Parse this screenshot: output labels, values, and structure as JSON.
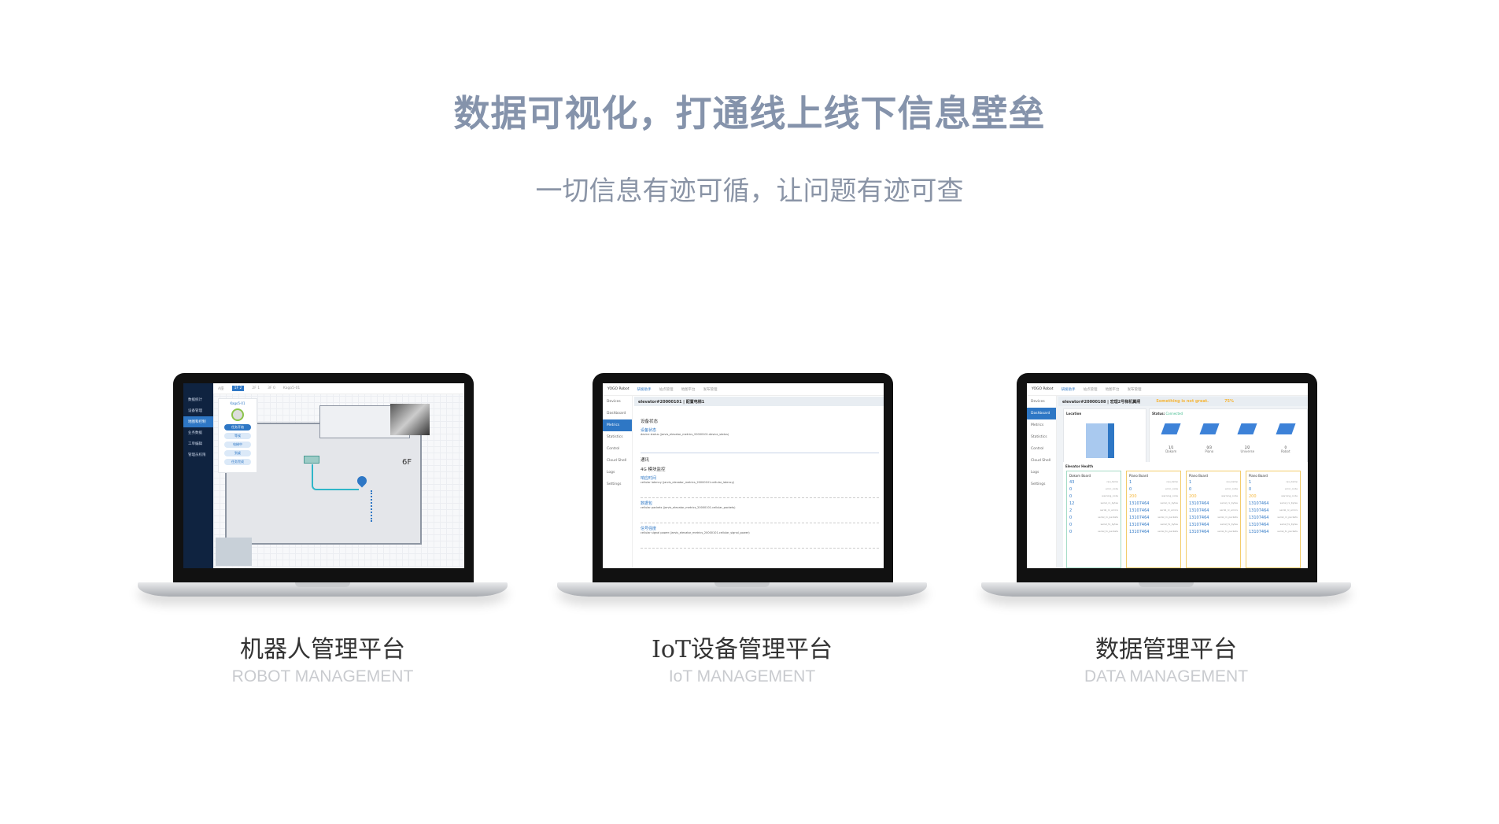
{
  "header": {
    "title": "数据可视化，打通线上线下信息壁垒",
    "subtitle": "一切信息有迹可循，让问题有迹可查"
  },
  "products": [
    {
      "name": "机器人管理平台",
      "english": "ROBOT MANAGEMENT"
    },
    {
      "name": "IoT设备管理平台",
      "english": "IoT MANAGEMENT"
    },
    {
      "name": "数据管理平台",
      "english": "DATA MANAGEMENT"
    }
  ],
  "robot_screen": {
    "sidebar": [
      "数据统计",
      "设备管理",
      "地图和控制",
      "业务数据",
      "工单编辑",
      "管理员权限"
    ],
    "active": 2,
    "toolbar": [
      "A座",
      "1F 2",
      "2F 1",
      "3F 0",
      "Kago5-01"
    ],
    "robot_name": "Kago5-01",
    "floor": "6F",
    "status_buttons": [
      "任务开始",
      "等候",
      "电梯中",
      "到桌",
      "任务完成"
    ]
  },
  "iot_screen": {
    "brand": "YOGO Robot",
    "tabs": [
      "研发助手",
      "站点管理",
      "地图平台",
      "发布管理"
    ],
    "sidebar": [
      "Devices",
      "Dashboard",
      "Metrics",
      "Statistics",
      "Control",
      "Cloud Shell",
      "Logs",
      "Settings"
    ],
    "active": 2,
    "device": "elevator#20000101 | 配置电梯1",
    "sections": [
      "设备状态",
      "通讯",
      "4G 模块监控"
    ],
    "charts": [
      "device status (jarvis_elevator_metrics_20000101.device_status)",
      "cellular latency (jarvis_elevator_metrics_20000101.cellular_latency)",
      "cellular packets (jarvis_elevator_metrics_20000101.cellular_packets)",
      "cellular signal power (jarvis_elevator_metrics_20000101.cellular_signal_power)"
    ],
    "chart_labels": [
      "设备状态",
      "响应时间",
      "数据包",
      "信号强度"
    ]
  },
  "data_screen": {
    "brand": "YOGO Robot",
    "tabs": [
      "研发助手",
      "站点管理",
      "地图平台",
      "发布管理"
    ],
    "sidebar": [
      "Devices",
      "Dashboard",
      "Metrics",
      "Statistics",
      "Control",
      "Cloud Shell",
      "Logs",
      "Settings"
    ],
    "active": 1,
    "device": "elevator#20000108 | 宏理2号梯机翼闸",
    "warning": "Something is not great.",
    "percent": "75%",
    "location_label": "Location",
    "status_label": "Status:",
    "status_value": "Connected",
    "modules": [
      {
        "count": "1/1",
        "name": "Dokom"
      },
      {
        "count": "0/3",
        "name": "Piano"
      },
      {
        "count": "2/2",
        "name": "Universe"
      },
      {
        "count": "0",
        "name": "Robot"
      }
    ],
    "health_label": "Elevator Health",
    "boards": [
      {
        "name": "Dokom Board",
        "color": "#3cb98a",
        "rows": [
          [
            "43",
            "cpu_temp"
          ],
          [
            "0",
            "error_code"
          ],
          [
            "0",
            "warning_code"
          ],
          [
            "12",
            "serial_rx_bytes"
          ],
          [
            "2",
            "serial_rx_errors"
          ],
          [
            "0",
            "serial_rx_packets"
          ],
          [
            "0",
            "serial_tx_bytes"
          ],
          [
            "0",
            "serial_tx_packets"
          ]
        ]
      },
      {
        "name": "Piano Board",
        "color": "#f5b63a",
        "rows": [
          [
            "1",
            "cpu_temp"
          ],
          [
            "0",
            "error_code"
          ],
          [
            "200",
            "warning_code"
          ],
          [
            "13107464",
            "serial_rx_bytes"
          ],
          [
            "13107464",
            "serial_rx_errors"
          ],
          [
            "13107464",
            "serial_rx_packets"
          ],
          [
            "13107464",
            "serial_tx_bytes"
          ],
          [
            "13107464",
            "serial_tx_packets"
          ]
        ]
      },
      {
        "name": "Piano Board",
        "color": "#f5b63a",
        "rows": [
          [
            "1",
            "cpu_temp"
          ],
          [
            "0",
            "error_code"
          ],
          [
            "200",
            "warning_code"
          ],
          [
            "13107464",
            "serial_rx_bytes"
          ],
          [
            "13107464",
            "serial_rx_errors"
          ],
          [
            "13107464",
            "serial_rx_packets"
          ],
          [
            "13107464",
            "serial_tx_bytes"
          ],
          [
            "13107464",
            "serial_tx_packets"
          ]
        ]
      },
      {
        "name": "Piano Board",
        "color": "#f5b63a",
        "rows": [
          [
            "1",
            "cpu_temp"
          ],
          [
            "0",
            "error_code"
          ],
          [
            "200",
            "warning_code"
          ],
          [
            "13107464",
            "serial_rx_bytes"
          ],
          [
            "13107464",
            "serial_rx_errors"
          ],
          [
            "13107464",
            "serial_rx_packets"
          ],
          [
            "13107464",
            "serial_tx_bytes"
          ],
          [
            "13107464",
            "serial_tx_packets"
          ]
        ]
      }
    ]
  },
  "colors": {
    "title": "#8593ab",
    "accent": "#2e77c5",
    "warning": "#f5b63a",
    "ok": "#3cb98a"
  }
}
